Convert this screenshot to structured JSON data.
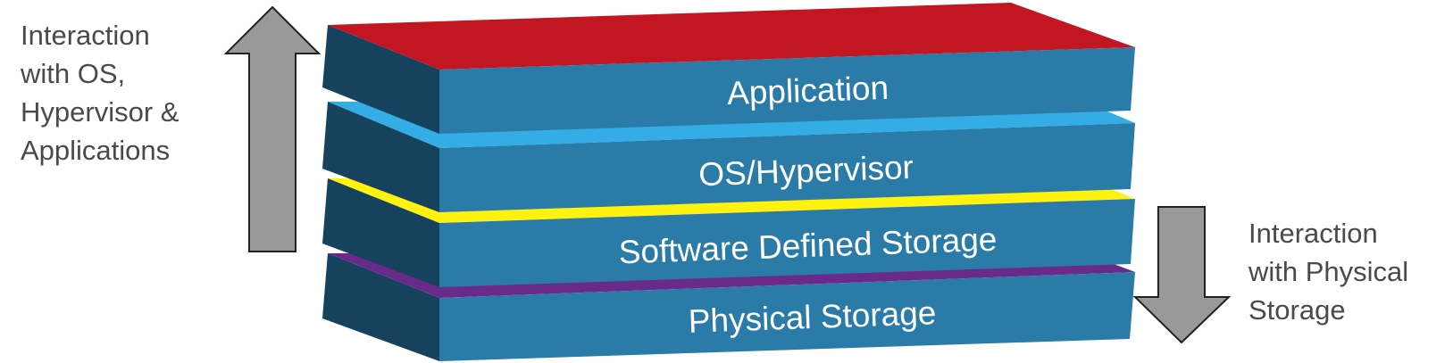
{
  "layers": [
    {
      "label": "Application",
      "top_color": "#c21623"
    },
    {
      "label": "OS/Hypervisor",
      "top_color": "#34ade6"
    },
    {
      "label": "Software Defined Storage",
      "top_color": "#fff20f"
    },
    {
      "label": "Physical Storage",
      "top_color": "#6a2a8c"
    }
  ],
  "colors": {
    "front_face": "#2a7ba8",
    "side_face": "#17425e",
    "arrow_fill": "#999999",
    "arrow_stroke": "#222222",
    "note_text": "#4a4a4a"
  },
  "notes": {
    "up": {
      "direction": "up",
      "lines": [
        "Interaction",
        "with OS,",
        "Hypervisor &",
        "Applications"
      ]
    },
    "down": {
      "direction": "down",
      "lines": [
        "Interaction",
        "with Physical",
        "Storage"
      ]
    }
  },
  "icons": {
    "up_arrow": "up-arrow-icon",
    "down_arrow": "down-arrow-icon"
  }
}
